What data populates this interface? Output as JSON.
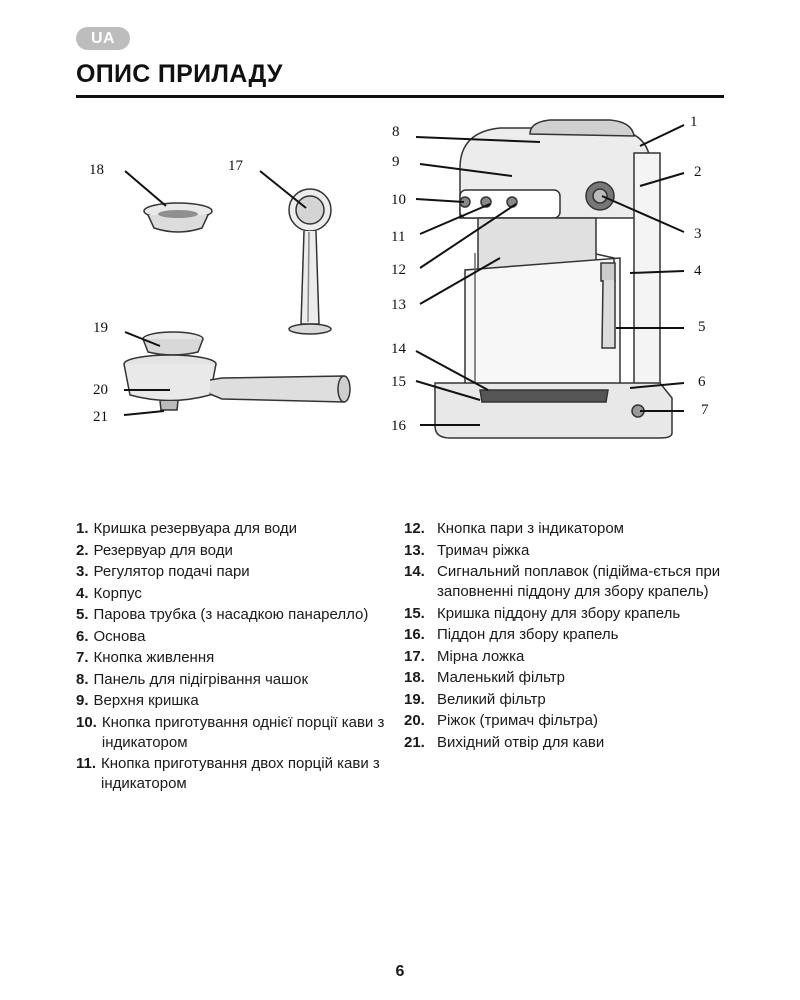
{
  "header": {
    "language_badge": "UA",
    "title": "ОПИС ПРИЛАДУ"
  },
  "diagram": {
    "callouts": [
      "1",
      "2",
      "3",
      "4",
      "5",
      "6",
      "7",
      "8",
      "9",
      "10",
      "11",
      "12",
      "13",
      "14",
      "15",
      "16",
      "17",
      "18",
      "19",
      "20",
      "21"
    ]
  },
  "legend": {
    "left": [
      {
        "num": "1.",
        "text": "Кришка резервуара для води"
      },
      {
        "num": "2.",
        "text": "Резервуар для води"
      },
      {
        "num": "3.",
        "text": "Регулятор подачі пари"
      },
      {
        "num": "4.",
        "text": "Корпус"
      },
      {
        "num": "5.",
        "text": "Парова трубка (з насадкою панарелло)"
      },
      {
        "num": "6.",
        "text": "Основа"
      },
      {
        "num": "7.",
        "text": "Кнопка живлення"
      },
      {
        "num": "8.",
        "text": "Панель для підігрівання чашок"
      },
      {
        "num": "9.",
        "text": "Верхня кришка"
      },
      {
        "num": "10.",
        "text": "Кнопка приготування однієї порції кави з індикатором"
      },
      {
        "num": "11.",
        "text": "Кнопка приготування двох порцій кави з індикатором"
      }
    ],
    "right": [
      {
        "num": "12.",
        "text": "Кнопка пари з індикатором"
      },
      {
        "num": "13.",
        "text": "Тримач ріжка"
      },
      {
        "num": "14.",
        "text": "Сигнальний поплавок (підійма-ється при заповненні піддону для збору крапель)"
      },
      {
        "num": "15.",
        "text": "Кришка піддону для збору крапель"
      },
      {
        "num": "16.",
        "text": "Піддон для збору крапель"
      },
      {
        "num": "17.",
        "text": "Мірна ложка"
      },
      {
        "num": "18.",
        "text": "Маленький фільтр"
      },
      {
        "num": "19.",
        "text": "Великий фільтр"
      },
      {
        "num": "20.",
        "text": "Ріжок (тримач фільтра)"
      },
      {
        "num": "21.",
        "text": "Вихідний отвір для кави"
      }
    ]
  },
  "footer": {
    "page_number": "6"
  }
}
